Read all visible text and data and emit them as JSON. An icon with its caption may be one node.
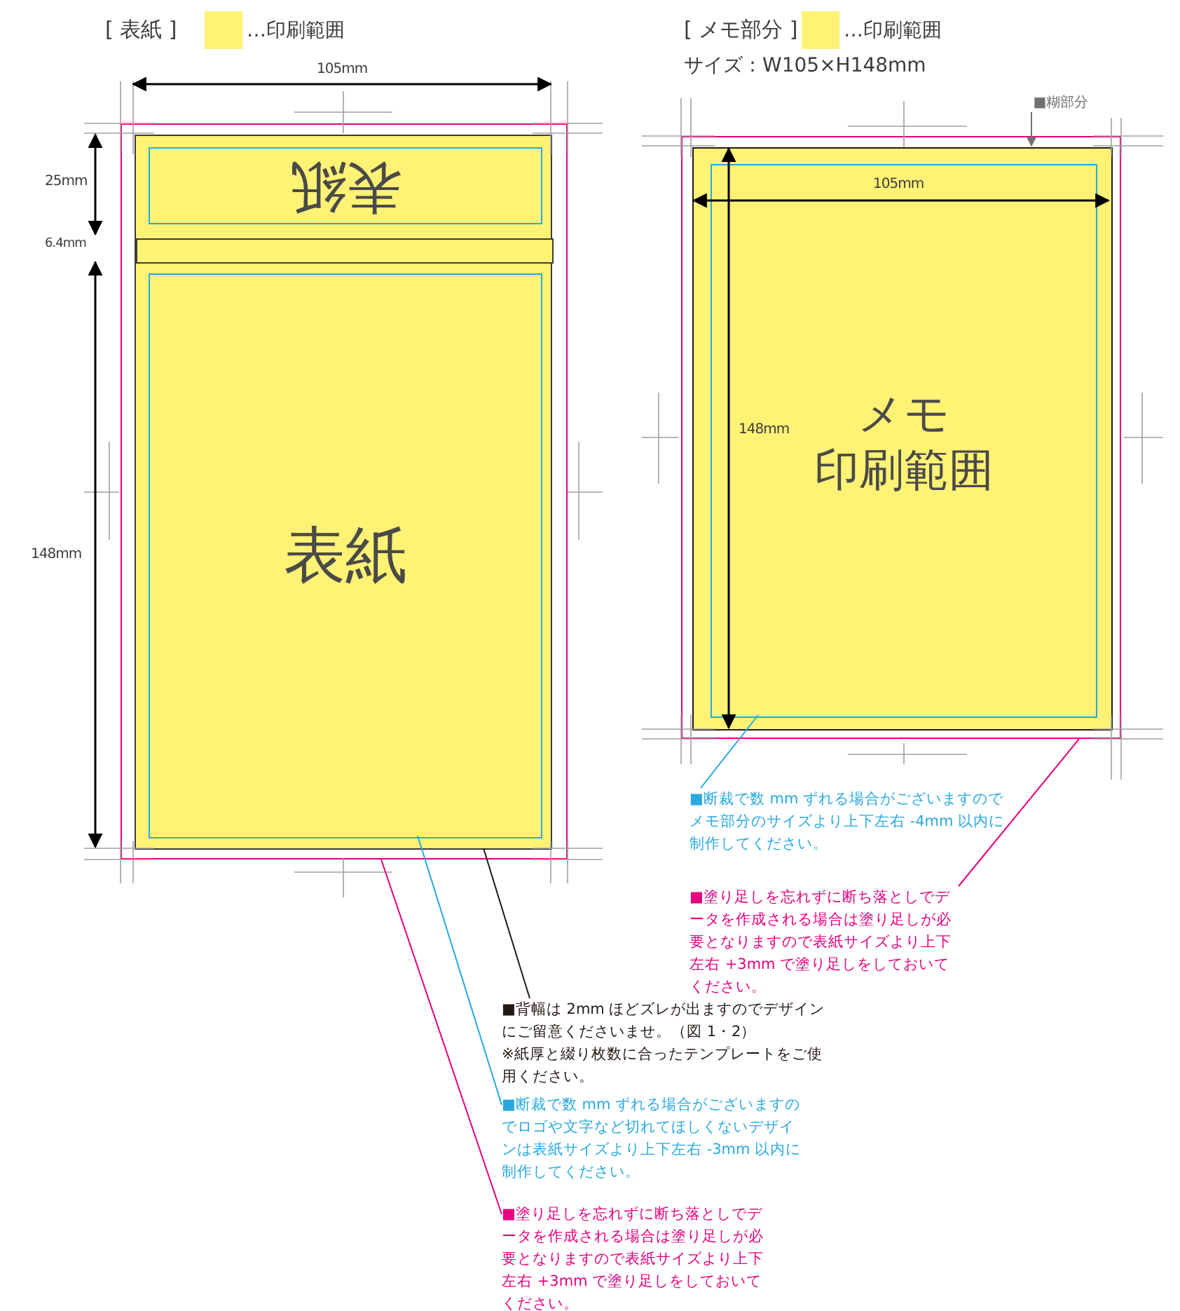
{
  "diagram": {
    "nodes": [
      {
        "text": [],
        "shape": "box"
      },
      {
        "text": [],
        "shape": "box",
        "in": 0
      },
      {
        "text": [
          "表紙"
        ],
        "in": 1
      },
      {
        "text": [],
        "shape": "box",
        "in": 1
      },
      {
        "text": [
          "表紙"
        ],
        "in": 1
      },
      {
        "text": [
          "■背幅は 2mm ほどズレが出ますのでデザインにご留意くださいませ。（図 1・2）",
          "※紙厚と綴り枚数に合ったテンプレートをご使用ください。"
        ]
      },
      {
        "text": [
          "■断裁で数 mm ずれる場合がございますのでロゴや文字など切れてほしくないデザインは表紙サイズより上下左右 -3mm 以内に制作してください。"
        ]
      },
      {
        "text": [
          "■塗り足しを忘れずに断ち落としでデータを作成される場合は塗り足しが必要となりますので表紙サイズより上下左右 +3mm で塗り足しをしておいてください。"
        ]
      },
      {
        "text": [
          "■糊部分"
        ]
      },
      {
        "text": [],
        "shape": "box"
      },
      {
        "text": [],
        "shape": "box",
        "in": 9
      },
      {
        "text": [
          "メモ",
          "印刷範囲"
        ],
        "in": 10
      },
      {
        "text": [
          "■断裁で数 mm ずれる場合がございますのでメモ部分のサイズより上下左右 -4mm 以内に制作してください。"
        ]
      },
      {
        "text": [
          "■塗り足しを忘れずに断ち落としでデータを作成される場合は塗り足しが必要となりますので表紙サイズより上下左右 +3mm で塗り足しをしておいてください。"
        ]
      }
    ],
    "edges": [
      {
        "from": 1,
        "to": 5,
        "arrow": "none",
        "color": "#231815"
      },
      {
        "from": 4,
        "to": 6,
        "arrow": "none",
        "color": "#29a9e0"
      },
      {
        "from": 0,
        "to": 7,
        "arrow": "none",
        "color": "#e4007f"
      },
      {
        "from": 8,
        "to": 10,
        "arrow": "to",
        "color": "#727171"
      },
      {
        "from": 11,
        "to": 12,
        "arrow": "none",
        "color": "#29a9e0"
      },
      {
        "from": 9,
        "to": 13,
        "arrow": "none",
        "color": "#e4007f"
      }
    ],
    "labels": [
      "[ 表紙 ]",
      "[ メモ部分 ]",
      "サイズ：W105×H148mm",
      "105mm",
      "25mm",
      "6.4mm",
      "148mm",
      "105mm",
      "148mm"
    ],
    "legend": [
      {
        "text": "…印刷範囲",
        "color": "#fff275"
      },
      {
        "text": "…印刷範囲",
        "color": "#fff275"
      }
    ]
  }
}
